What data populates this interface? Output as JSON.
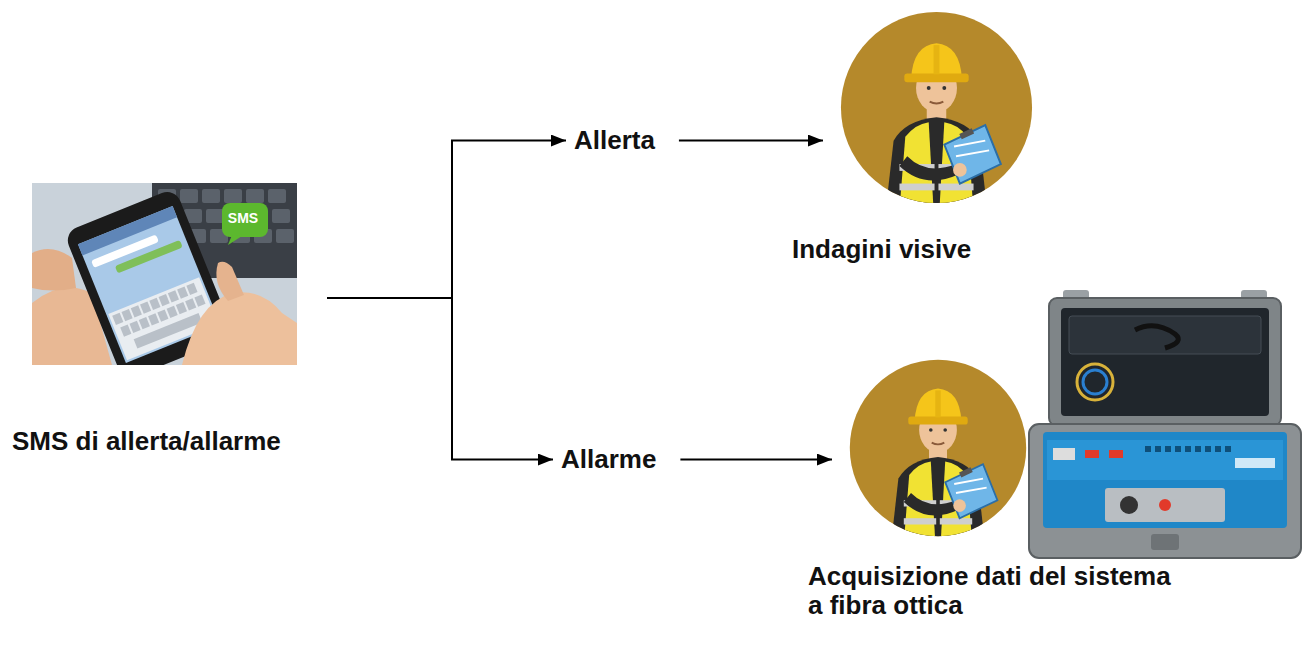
{
  "diagram": {
    "nodes": [
      {
        "text": [
          "SMS di allerta/allarme"
        ]
      },
      {
        "text": [
          "Allerta"
        ]
      },
      {
        "text": [
          "Allarme"
        ]
      },
      {
        "text": [
          "Indagini visive"
        ]
      },
      {
        "text": [
          "Acquisizione dati del sistema a fibra ottica"
        ]
      }
    ],
    "edges": [
      {
        "from": 0,
        "to": 1,
        "arrow": "to"
      },
      {
        "from": 0,
        "to": 2,
        "arrow": "to"
      },
      {
        "from": 1,
        "to": 3,
        "arrow": "to"
      },
      {
        "from": 2,
        "to": 4,
        "arrow": "to"
      }
    ],
    "labels": [
      "SMS"
    ]
  }
}
